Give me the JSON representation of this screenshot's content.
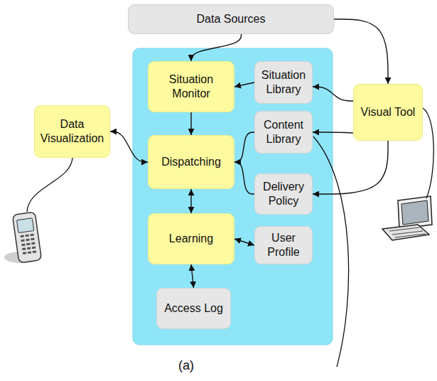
{
  "diagram": {
    "caption": "(a)",
    "nodes": [
      {
        "text": [
          "Data Sources"
        ]
      },
      {
        "text": [
          "Situation Monitor"
        ]
      },
      {
        "text": [
          "Situation Library"
        ]
      },
      {
        "text": [
          "Visual Tool"
        ]
      },
      {
        "text": [
          "Data Visualization"
        ]
      },
      {
        "text": [
          "Content Library"
        ]
      },
      {
        "text": [
          "Dispatching"
        ]
      },
      {
        "text": [
          "Delivery Policy"
        ]
      },
      {
        "text": [
          "Learning"
        ]
      },
      {
        "text": [
          "User Profile"
        ]
      },
      {
        "text": [
          "Access Log"
        ]
      }
    ],
    "edges": [
      {
        "from": 0,
        "to": 1,
        "arrow": "to"
      },
      {
        "from": 0,
        "to": 3,
        "arrow": "to"
      },
      {
        "from": 2,
        "to": 1,
        "arrow": "to"
      },
      {
        "from": 1,
        "to": 6,
        "arrow": "to"
      },
      {
        "from": 5,
        "to": 6,
        "arrow": "to"
      },
      {
        "from": 7,
        "to": 6,
        "arrow": "to"
      },
      {
        "from": 4,
        "to": 6,
        "arrow": "both"
      },
      {
        "from": 6,
        "to": 8,
        "arrow": "both"
      },
      {
        "from": 8,
        "to": 9,
        "arrow": "both"
      },
      {
        "from": 8,
        "to": 10,
        "arrow": "both"
      },
      {
        "from": 3,
        "to": 2,
        "arrow": "to"
      },
      {
        "from": 3,
        "to": 5,
        "arrow": "to"
      },
      {
        "from": 3,
        "to": 7,
        "arrow": "to"
      }
    ]
  }
}
